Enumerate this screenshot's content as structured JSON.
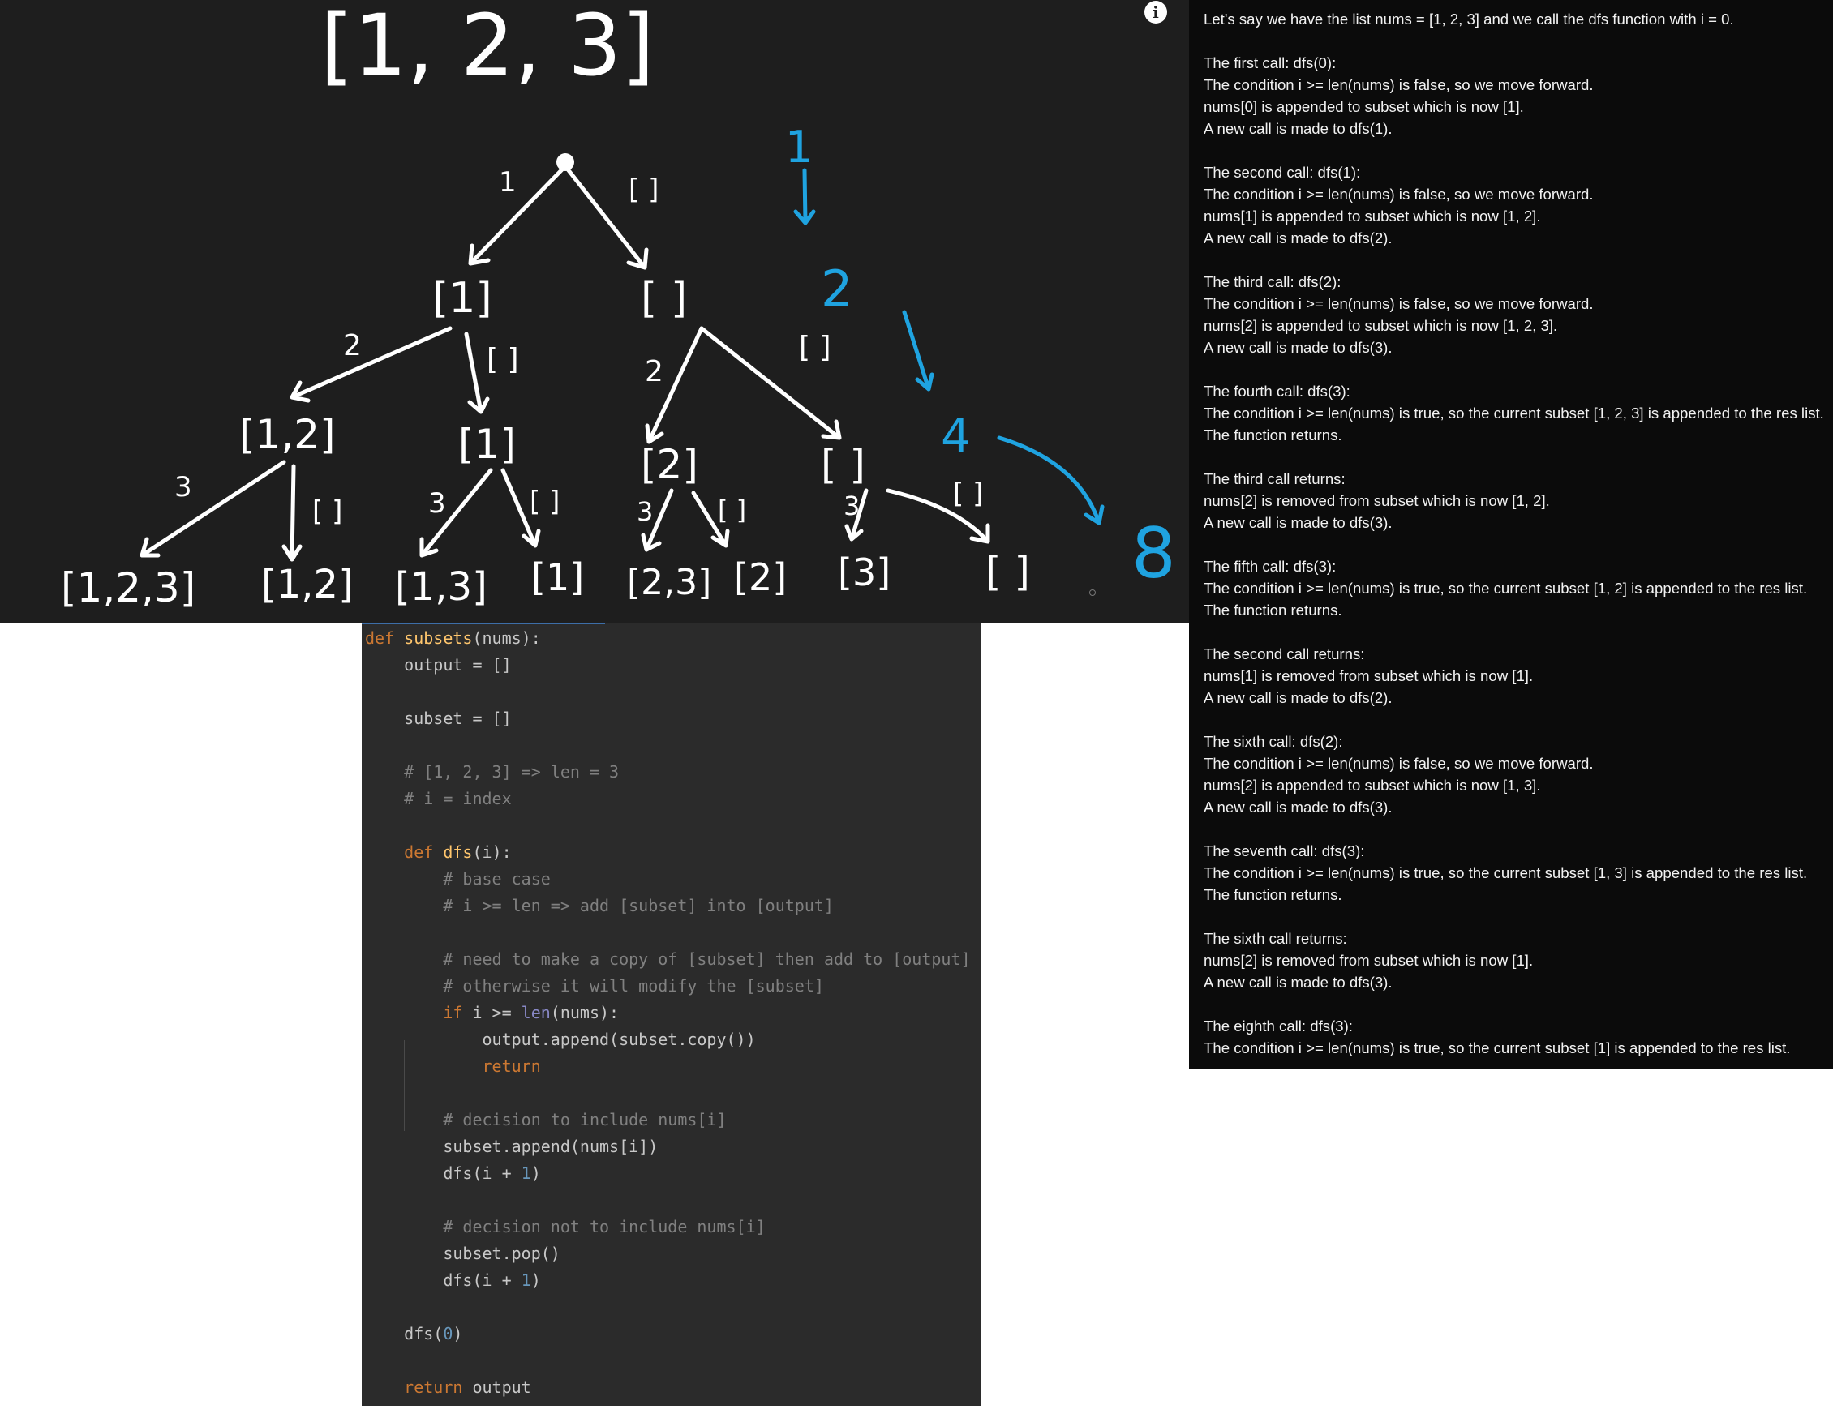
{
  "board": {
    "title": "[1, 2, 3]",
    "root_edge_left": "1",
    "root_edge_right": "[ ]",
    "level1": [
      "[1]",
      "[ ]"
    ],
    "level1_edges": [
      "2",
      "[ ]",
      "2",
      "[ ]"
    ],
    "level2": [
      "[1,2]",
      "[1]",
      "[2]",
      "[ ]"
    ],
    "level2_edges": [
      "3",
      "[ ]",
      "3",
      "[ ]",
      "3",
      "[ ]",
      "3",
      "[ ]"
    ],
    "leaves": [
      "[1,2,3]",
      "[1,2]",
      "[1,3]",
      "[1]",
      "[2,3]",
      "[2]",
      "[3]",
      "[ ]"
    ],
    "levels_blue": [
      "1",
      "2",
      "4",
      "8"
    ]
  },
  "explanation": [
    [
      "Let's say we have the list nums = [1, 2, 3] and we call the dfs function with i = 0."
    ],
    [
      "The first call: dfs(0):",
      "The condition i >= len(nums) is false, so we move forward.",
      "nums[0] is appended to subset which is now [1].",
      "A new call is made to dfs(1)."
    ],
    [
      "The second call: dfs(1):",
      "The condition i >= len(nums) is false, so we move forward.",
      "nums[1] is appended to subset which is now [1, 2].",
      "A new call is made to dfs(2)."
    ],
    [
      "The third call: dfs(2):",
      "The condition i >= len(nums) is false, so we move forward.",
      "nums[2] is appended to subset which is now [1, 2, 3].",
      "A new call is made to dfs(3)."
    ],
    [
      "The fourth call: dfs(3):",
      "The condition i >= len(nums) is true, so the current subset [1, 2, 3] is appended to the res list.",
      "The function returns."
    ],
    [
      "The third call returns:",
      "nums[2] is removed from subset which is now [1, 2].",
      "A new call is made to dfs(3)."
    ],
    [
      "The fifth call: dfs(3):",
      "The condition i >= len(nums) is true, so the current subset [1, 2] is appended to the res list.",
      "The function returns."
    ],
    [
      "The second call returns:",
      "nums[1] is removed from subset which is now [1].",
      "A new call is made to dfs(2)."
    ],
    [
      "The sixth call: dfs(2):",
      "The condition i >= len(nums) is false, so we move forward.",
      "nums[2] is appended to subset which is now [1, 3].",
      "A new call is made to dfs(3)."
    ],
    [
      "The seventh call: dfs(3):",
      "The condition i >= len(nums) is true, so the current subset [1, 3] is appended to the res list.",
      "The function returns."
    ],
    [
      "The sixth call returns:",
      "nums[2] is removed from subset which is now [1].",
      "A new call is made to dfs(3)."
    ],
    [
      "The eighth call: dfs(3):",
      "The condition i >= len(nums) is true, so the current subset [1] is appended to the res list."
    ]
  ],
  "code": [
    [
      [
        "kw",
        "def "
      ],
      [
        "fn",
        "subsets"
      ],
      [
        "pr",
        "(nums):"
      ]
    ],
    [
      [
        "pr",
        "    output = []"
      ]
    ],
    [],
    [
      [
        "pr",
        "    subset = []"
      ]
    ],
    [],
    [
      [
        "cm",
        "    # [1, 2, 3] => len = 3"
      ]
    ],
    [
      [
        "cm",
        "    # i = index"
      ]
    ],
    [],
    [
      [
        "kw",
        "    def "
      ],
      [
        "fn",
        "dfs"
      ],
      [
        "pr",
        "(i):"
      ]
    ],
    [
      [
        "cm",
        "        # base case"
      ]
    ],
    [
      [
        "cm",
        "        # i >= len => add [subset] into [output]"
      ]
    ],
    [],
    [
      [
        "cm",
        "        # need to make a copy of [subset] then add to [output]"
      ]
    ],
    [
      [
        "cm",
        "        # otherwise it will modify the [subset]"
      ]
    ],
    [
      [
        "kw",
        "        if "
      ],
      [
        "pr",
        "i >= "
      ],
      [
        "bi",
        "len"
      ],
      [
        "pr",
        "(nums):"
      ]
    ],
    [
      [
        "pr",
        "            output.append(subset.copy())"
      ]
    ],
    [
      [
        "kw",
        "            return"
      ]
    ],
    [],
    [
      [
        "cm",
        "        # decision to include nums[i]"
      ]
    ],
    [
      [
        "pr",
        "        subset.append(nums[i])"
      ]
    ],
    [
      [
        "pr",
        "        dfs(i + "
      ],
      [
        "nm",
        "1"
      ],
      [
        "pr",
        ")"
      ]
    ],
    [],
    [
      [
        "cm",
        "        # decision not to include nums[i]"
      ]
    ],
    [
      [
        "pr",
        "        subset.pop()"
      ]
    ],
    [
      [
        "pr",
        "        dfs(i + "
      ],
      [
        "nm",
        "1"
      ],
      [
        "pr",
        ")"
      ]
    ],
    [],
    [
      [
        "pr",
        "    dfs("
      ],
      [
        "nm",
        "0"
      ],
      [
        "pr",
        ")"
      ]
    ],
    [],
    [
      [
        "kw",
        "    return "
      ],
      [
        "pr",
        "output"
      ]
    ]
  ]
}
